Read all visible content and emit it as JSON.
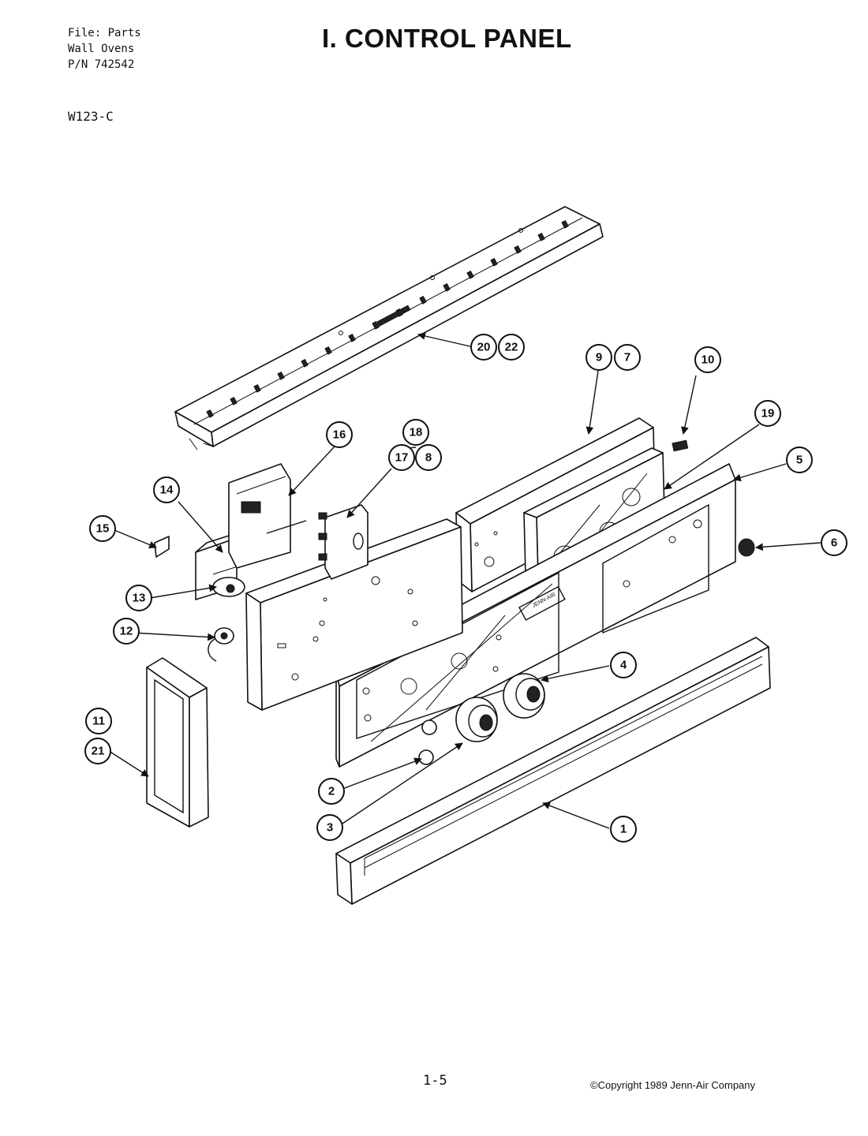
{
  "header": {
    "file_line": "File: Parts",
    "category_line": "Wall Ovens",
    "pn_line": "P/N 742542"
  },
  "model": "W123-C",
  "title": "I. CONTROL PANEL",
  "page_number": "1-5",
  "copyright": "©Copyright 1989 Jenn-Air Company",
  "panel_brand": "JENN-AIR",
  "callouts": {
    "c1": "1",
    "c2": "2",
    "c3": "3",
    "c4": "4",
    "c5": "5",
    "c6": "6",
    "c7": "7",
    "c8": "8",
    "c9": "9",
    "c10": "10",
    "c11": "11",
    "c12": "12",
    "c13": "13",
    "c14": "14",
    "c15": "15",
    "c16": "16",
    "c17": "17",
    "c18": "18",
    "c19": "19",
    "c20": "20",
    "c21": "21",
    "c22": "22"
  }
}
